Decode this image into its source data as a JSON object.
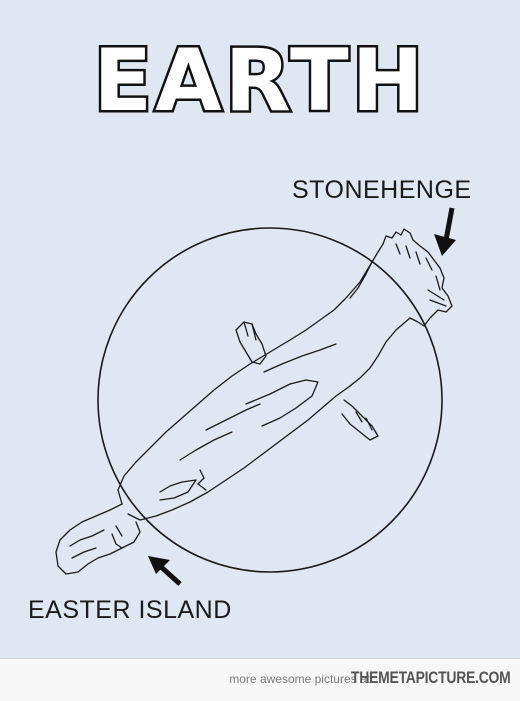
{
  "title": "EARTH",
  "labels": {
    "stonehenge": "STONEHENGE",
    "easter_island": "EASTER ISLAND"
  },
  "footer": {
    "prefix": "more awesome pictures at",
    "site": "THEMETAPICTURE.COM"
  },
  "colors": {
    "background": "#dfe7f2",
    "ink": "#1a1a1a",
    "footer_bg": "#f7f7f7"
  },
  "icons": {
    "stonehenge_pointer": "arrow-down-icon",
    "easter_island_pointer": "arrow-up-left-icon"
  }
}
